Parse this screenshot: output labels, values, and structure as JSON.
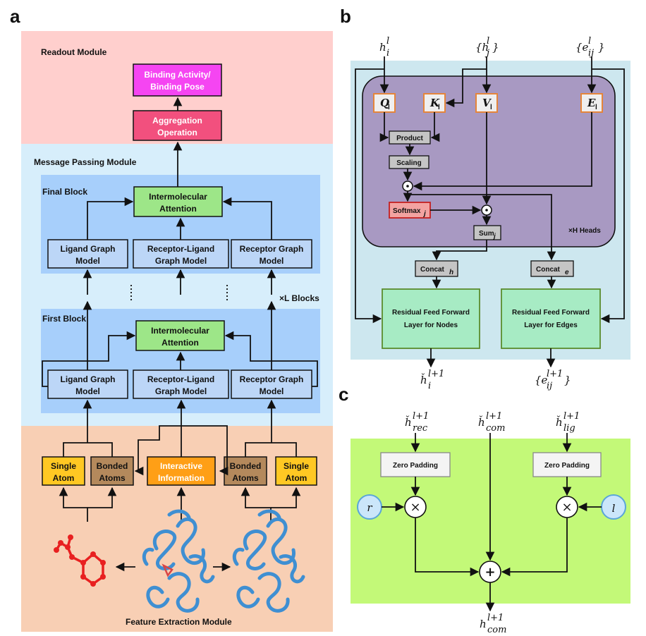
{
  "panels": {
    "a": "a",
    "b": "b",
    "c": "c"
  },
  "panel_a": {
    "readout_title": "Readout Module",
    "binding_line1": "Binding Activity/",
    "binding_line2": "Binding Pose",
    "aggregation_line1": "Aggregation",
    "aggregation_line2": "Operation",
    "message_title": "Message Passing Module",
    "final_block": "Final Block",
    "first_block": "First Block",
    "attention_line1": "Intermolecular",
    "attention_line2": "Attention",
    "ligand_line1": "Ligand Graph",
    "ligand_line2": "Model",
    "receptor_ligand_line1": "Receptor-Ligand",
    "receptor_ligand_line2": "Graph Model",
    "receptor_line1": "Receptor Graph",
    "receptor_line2": "Model",
    "blocks_label": "×L Blocks",
    "single_atom_line1": "Single",
    "single_atom_line2": "Atom",
    "bonded_line1": "Bonded",
    "bonded_line2": "Atoms",
    "interactive_line1": "Interactive",
    "interactive_line2": "Information",
    "feature_title": "Feature Extraction Module",
    "colors": {
      "readout_bg": "#ffcfcd",
      "message_bg": "#d7eefb",
      "block_bg": "#a7cffb",
      "feature_bg": "#f8cfb4",
      "binding": "#f545f2",
      "aggregation": "#f2507e",
      "attention": "#9de688",
      "graph_model": "#bcd6f7",
      "single_atom": "#ffc823",
      "bonded": "#b4895c",
      "interactive": "#ff9f16",
      "ligand_molecule": "#e82020",
      "protein": "#3f8fd2"
    }
  },
  "panel_b": {
    "h_in": "h",
    "h_in_sup": "l",
    "h_in_sub": "i",
    "hj_open": "{h",
    "hj_sup": "l",
    "hj_sub": "j",
    "hj_close": "}",
    "e_open": "{e",
    "e_sup": "l",
    "e_sub": "ij",
    "e_close": "}",
    "q": "Q",
    "k": "K",
    "v": "V",
    "e": "E",
    "qkve_sub": "l",
    "product": "Product",
    "scaling": "Scaling",
    "softmax": "Softmax",
    "softmax_sub": "j",
    "sum": "Sum",
    "sum_sub": "j",
    "heads": "×H Heads",
    "concat": "Concat",
    "concat_h_sub": "h",
    "concat_e_sub": "e",
    "ffn_nodes_line1": "Residual Feed Forward",
    "ffn_nodes_line2": "Layer for Nodes",
    "ffn_edges_line1": "Residual Feed Forward",
    "ffn_edges_line2": "Layer for Edges",
    "h_out": "ȟ",
    "h_out_sup": "l+1",
    "h_out_sub": "i",
    "e_out_open": "{e",
    "e_out_sup": "l+1",
    "e_out_sub": "ij",
    "e_out_close": "}",
    "hadamard": "⊙",
    "colors": {
      "background": "#cde7ef",
      "heads_bg": "#a899c2",
      "qkve_fill": "#efefef",
      "qkve_border": "#e5853a",
      "gray_box": "#c5c5c5",
      "softmax_fill": "#f3a3a1",
      "softmax_border": "#c42020",
      "ffn_fill": "#a7ebc4",
      "ffn_border": "#5b8c2e"
    }
  },
  "panel_c": {
    "h": "ȟ",
    "sup": "l+1",
    "rec_sub": "rec",
    "com_sub": "com",
    "lig_sub": "lig",
    "zero_padding": "Zero Padding",
    "r": "r",
    "l": "l",
    "times": "×",
    "plus": "+",
    "out_h": "h",
    "out_sup": "l+1",
    "out_sub": "com",
    "colors": {
      "background": "#c3f978",
      "padding_fill": "#f4f4f4",
      "padding_border": "#888888",
      "circle_fill": "#cbe6fa",
      "circle_border": "#5aa5d8"
    }
  }
}
